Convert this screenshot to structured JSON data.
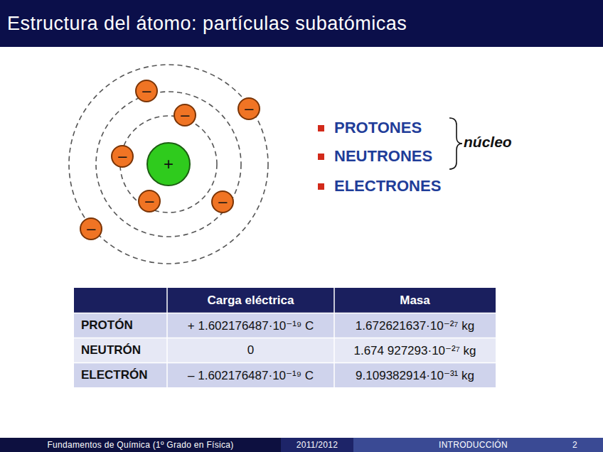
{
  "diagram": {
    "title": "Estructura del átomo: partículas subatómicas",
    "nodes": [
      {
        "text": [
          "+"
        ]
      },
      {
        "text": [
          "–"
        ]
      },
      {
        "text": [
          "–"
        ]
      },
      {
        "text": [
          "–"
        ]
      },
      {
        "text": [
          "–"
        ]
      },
      {
        "text": [
          "–"
        ]
      },
      {
        "text": [
          "–"
        ]
      },
      {
        "text": [
          "–"
        ]
      },
      {
        "text": [
          "Fundamentos de Química (1º Grado en Física)"
        ]
      },
      {
        "text": [
          "2011/2012"
        ]
      },
      {
        "text": [
          "INTRODUCCIÓN",
          "2"
        ]
      }
    ],
    "labels": [
      "PROTONES",
      "NEUTRONES",
      "ELECTRONES",
      "núcleo",
      "Carga eléctrica",
      "Masa",
      "PROTÓN",
      "+ 1.602176487·10⁻¹⁹ C",
      "1.672621637·10⁻²⁷ kg",
      "NEUTRÓN",
      "0",
      "1.674 927293·10⁻²⁷ kg",
      "ELECTRÓN",
      "– 1.602176487·10⁻¹⁹ C",
      "9.109382914·10⁻³¹ kg"
    ]
  }
}
